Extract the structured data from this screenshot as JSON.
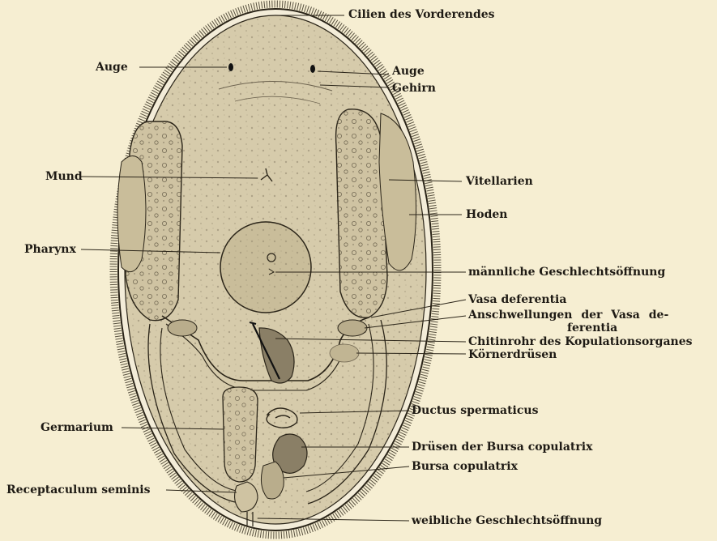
{
  "figure": {
    "colors": {
      "paper": "#f6eed2",
      "body_fill": "#d9ceb0",
      "ink": "#2a2418",
      "organ_fill": "#cfc3a2",
      "pharynx_fill": "#c9bd9a"
    }
  },
  "labels": {
    "cilien": "Cilien des Vorderendes",
    "auge_left": "Auge",
    "auge_right": "Auge",
    "gehirn": "Gehirn",
    "mund": "Mund",
    "vitellarien": "Vitellarien",
    "hoden": "Hoden",
    "pharynx": "Pharynx",
    "maennliche": "männliche Geschlechtsöffnung",
    "vasa_deferentia": "Vasa deferentia",
    "anschwellungen_line1": "Anschwellungen der Vasa de-",
    "anschwellungen_line2": "ferentia",
    "chitinrohr": "Chitinrohr des Kopulationsorganes",
    "koernerdruesen": "Körnerdrüsen",
    "ductus": "Ductus spermaticus",
    "germarium": "Germarium",
    "druesen_bursa": "Drüsen der Bursa copulatrix",
    "bursa": "Bursa copulatrix",
    "receptaculum": "Receptaculum seminis",
    "weibliche": "weibliche Geschlechtsöffnung"
  }
}
